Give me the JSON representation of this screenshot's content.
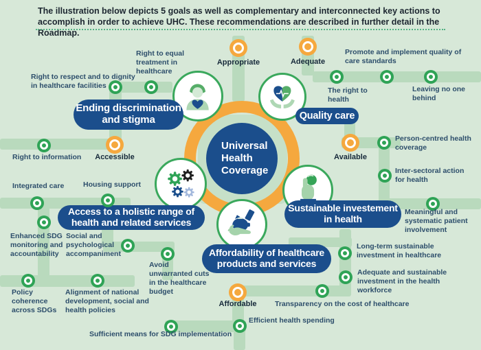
{
  "header": {
    "text": "The illustration below depicts 5 goals as well as complementary and interconnected key actions to accomplish in order to achieve UHC. These recommendations are described in further detail in the Roadmap."
  },
  "center": {
    "title": "Universal Health Coverage"
  },
  "goals": [
    {
      "label": "Ending discrimination and stigma",
      "icon": "person-heart-icon"
    },
    {
      "label": "Quality care",
      "icon": "heart-in-hands-icon"
    },
    {
      "label": "Sustainable investement in health",
      "icon": "hand-coin-icon"
    },
    {
      "label": "Affordability of healthcare products and services",
      "icon": "piggy-bank-hand-icon"
    },
    {
      "label": "Access to a holistic range of health and related services",
      "icon": "gears-icon"
    }
  ],
  "actions": {
    "right_equal_treatment": "Right to equal treatment in healthcare",
    "right_respect": "Right to respect and to dignity in healthcare facilities",
    "appropriate": "Appropriate",
    "adequate": "Adequate",
    "promote_quality": "Promote and implement quality of care standards",
    "right_to_health": "The right to health",
    "leaving_no_one": "Leaving no one behind",
    "right_to_information": "Right to information",
    "accessible": "Accessible",
    "person_centred": "Person-centred health coverage",
    "available": "Available",
    "inter_sectoral": "Inter-sectoral action for health",
    "integrated_care": "Integrated care",
    "housing_support": "Housing support",
    "meaningful": "Meaningful and systematic patient involvement",
    "enhanced_sdg": "Enhanced SDG monitoring and accountability",
    "social_psych": "Social and psychological accompaniment",
    "long_term": "Long-term sustainable investment in healthcare",
    "adequate_workforce": "Adequate and sustainable investment in the health workforce",
    "avoid_cuts": "Avoid unwarranted cuts in the healthcare budget",
    "affordable": "Affordable",
    "transparency": "Transparency on the cost of healthcare",
    "policy_coherence": "Policy coherence across SDGs",
    "alignment": "Alignment of national development, social and health policies",
    "efficient": "Efficient health spending",
    "sufficient": "Sufficient means for SDG implementation"
  },
  "colors": {
    "background": "#d7e8d8",
    "path_band": "#b9dabd",
    "node_green": "#2fa356",
    "node_orange": "#f5a83e",
    "navy": "#1b4e8c",
    "label_text": "#2d4e6b",
    "emphasis_text": "#16293a",
    "icon_green_light": "#aed7b4",
    "icon_green": "#56ad68",
    "gear_black": "#1f1f1f",
    "gear_lightblue": "#a3b8dc"
  }
}
